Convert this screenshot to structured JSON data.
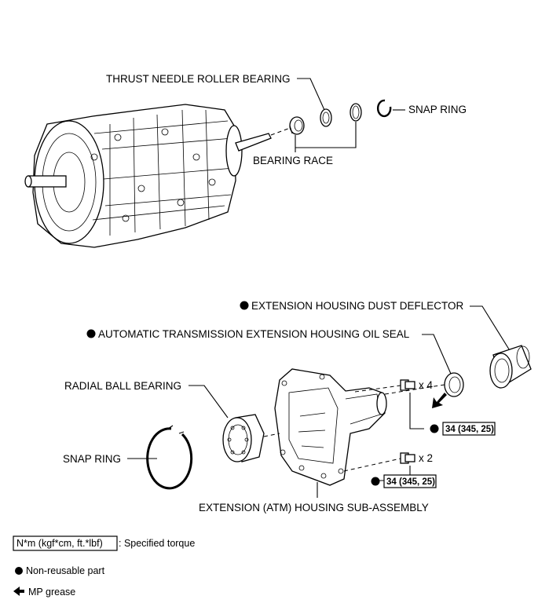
{
  "labels": {
    "thrust_needle_roller_bearing": "THRUST NEEDLE ROLLER BEARING",
    "snap_ring_top": "SNAP RING",
    "bearing_race": "BEARING RACE",
    "dust_deflector": "EXTENSION HOUSING DUST DEFLECTOR",
    "oil_seal": "AUTOMATIC TRANSMISSION EXTENSION HOUSING OIL SEAL",
    "radial_ball_bearing": "RADIAL BALL BEARING",
    "snap_ring_bottom": "SNAP RING",
    "extension_housing": "EXTENSION (ATM) HOUSING SUB-ASSEMBLY"
  },
  "bolts": {
    "upper_count": "x 4",
    "lower_count": "x 2",
    "upper_torque": "34 (345, 25)",
    "lower_torque": "34 (345, 25)"
  },
  "legend": {
    "torque_box": "N*m (kgf*cm, ft.*lbf)",
    "torque_text": ": Specified torque",
    "non_reusable": "Non-reusable part",
    "mp_grease": "MP grease"
  },
  "colors": {
    "ink": "#000000",
    "background": "#ffffff"
  }
}
